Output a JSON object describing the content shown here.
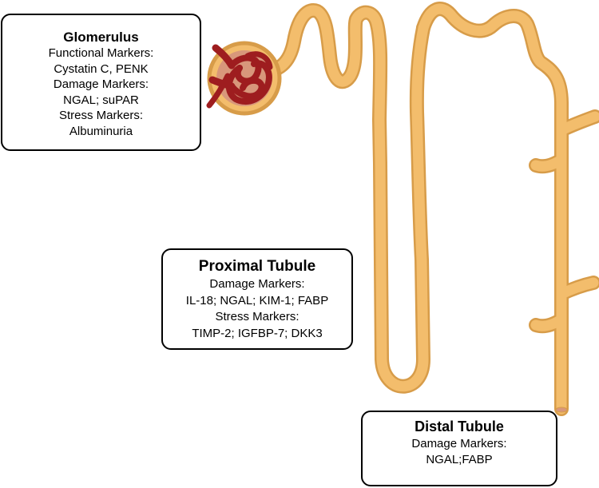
{
  "colors": {
    "tubule_fill": "#f3bd6c",
    "tubule_outline": "#d79c49",
    "capsule_fill": "#d8977b",
    "capillary": "#9e1d1f",
    "capillary_dark": "#6f1012",
    "box_border": "#000000"
  },
  "glomerulus": {
    "title": "Glomerulus",
    "lines": [
      "Functional Markers:",
      "Cystatin C, PENK",
      "Damage Markers:",
      "NGAL; suPAR",
      "Stress Markers:",
      "Albuminuria"
    ]
  },
  "proximal_tubule": {
    "title": "Proximal Tubule",
    "lines": [
      "Damage Markers:",
      "IL-18; NGAL; KIM-1; FABP",
      "Stress Markers:",
      "TIMP-2; IGFBP-7; DKK3"
    ]
  },
  "distal_tubule": {
    "title": "Distal Tubule",
    "lines": [
      "Damage Markers:",
      "NGAL;FABP"
    ]
  }
}
